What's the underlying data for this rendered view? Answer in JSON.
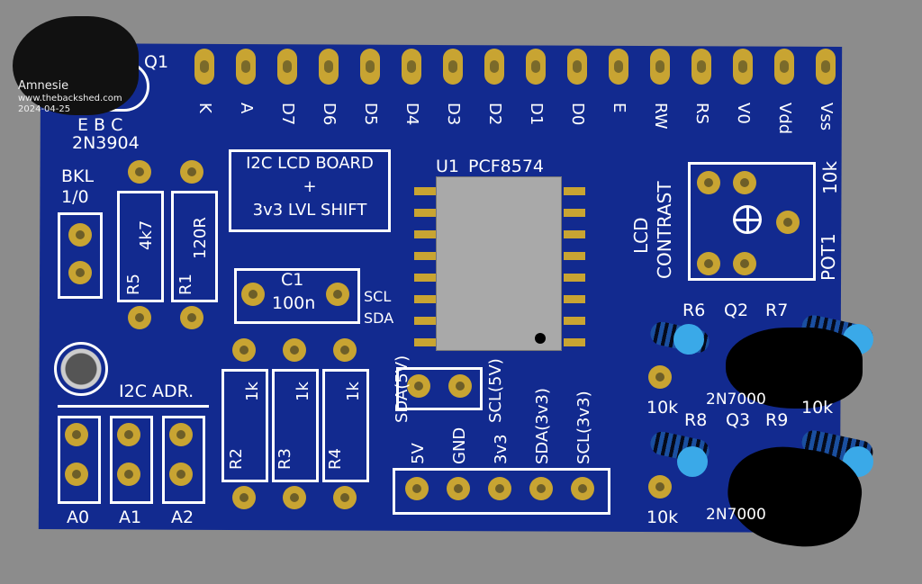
{
  "watermark": {
    "author": "Amnesie",
    "site": "www.thebackshed.com",
    "date": "2024-04-25"
  },
  "header_pins": [
    "K",
    "A",
    "D7",
    "D6",
    "D5",
    "D4",
    "D3",
    "D2",
    "D1",
    "D0",
    "E",
    "RW",
    "RS",
    "V0",
    "Vdd",
    "Vss"
  ],
  "q1": {
    "ref": "Q1",
    "pins": "E B C",
    "part": "2N3904"
  },
  "bkl": {
    "label1": "BKL",
    "label2": "1/0"
  },
  "title_box": {
    "line1": "I2C LCD BOARD",
    "line2": "+",
    "line3": "3v3 LVL SHIFT"
  },
  "u1": {
    "ref": "U1",
    "part": "PCF8574",
    "scl": "SCL",
    "sda": "SDA"
  },
  "r5": {
    "ref": "R5",
    "value": "4k7"
  },
  "r1": {
    "ref": "R1",
    "value": "120R"
  },
  "c1": {
    "ref": "C1",
    "value": "100n"
  },
  "r2": {
    "ref": "R2",
    "value": "1k"
  },
  "r3": {
    "ref": "R3",
    "value": "1k"
  },
  "r4": {
    "ref": "R4",
    "value": "1k"
  },
  "i2c_adr": {
    "label": "I2C ADR.",
    "jumpers": [
      "A0",
      "A1",
      "A2"
    ]
  },
  "sda5v": "SDA(5V)",
  "scl5v": "SCL(5V)",
  "connector": [
    "5V",
    "GND",
    "3v3",
    "SDA(3v3)",
    "SCL(3v3)"
  ],
  "pot": {
    "label1": "LCD",
    "label2": "CONTRAST",
    "ref": "POT1",
    "value": "10k"
  },
  "level": {
    "r6": "R6",
    "q2": "Q2",
    "r7": "R7",
    "q2_part": "2N7000",
    "r6_val": "10k",
    "r7_val": "10k",
    "r8": "R8",
    "q3": "Q3",
    "r9": "R9",
    "q3_part": "2N7000",
    "r8_val": "10k"
  }
}
